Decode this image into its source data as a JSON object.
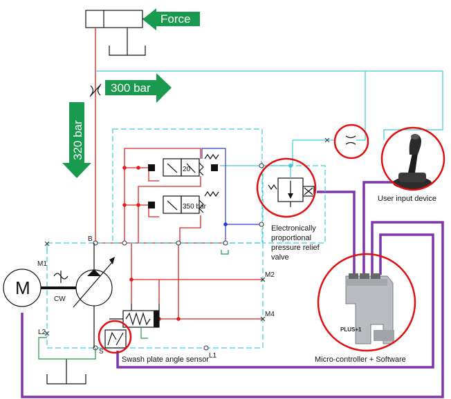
{
  "labels": {
    "force": "Force",
    "pressure_300": "300 bar",
    "pressure_320": "320 bar",
    "user_input": "User input device",
    "relief_line1": "Electronically",
    "relief_line2": "proportional",
    "relief_line3": "pressure relief",
    "relief_line4": "valve",
    "swash": "Swash plate angle sensor",
    "controller": "Micro-controller + Software",
    "brand": "PLUS+1",
    "motor": "M",
    "cw": "CW",
    "valve_20": "20",
    "valve_350": "350 bar"
  },
  "ports": {
    "b": "B",
    "m1": "M1",
    "m2": "M2",
    "m4": "M4",
    "l2": "L2",
    "s": "S",
    "l1": "L1"
  },
  "colors": {
    "hydraulic_pressure": "#e02020",
    "pilot_line": "#3ccbdc",
    "drain_line": "#2b3bd0",
    "signal_wire": "#7d35a8",
    "highlight_circle": "#e01010",
    "arrow_fill": "#1a9a4e"
  }
}
